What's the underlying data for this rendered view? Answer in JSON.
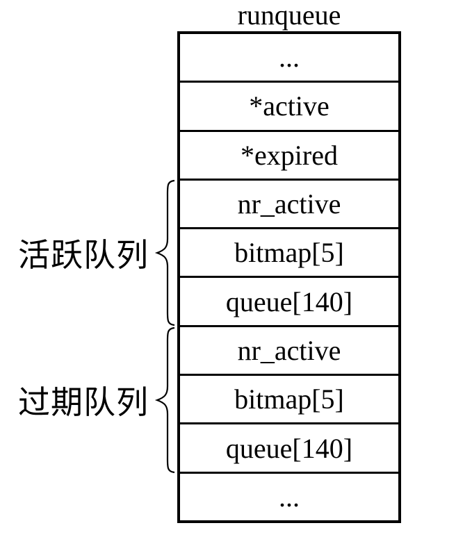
{
  "diagram": {
    "title": "runqueue",
    "rows": [
      {
        "label": "..."
      },
      {
        "label": "*active"
      },
      {
        "label": "*expired"
      },
      {
        "label": "nr_active"
      },
      {
        "label": "bitmap[5]"
      },
      {
        "label": "queue[140]"
      },
      {
        "label": "nr_active"
      },
      {
        "label": "bitmap[5]"
      },
      {
        "label": "queue[140]"
      },
      {
        "label": "..."
      }
    ],
    "groups": [
      {
        "label": "活跃队列"
      },
      {
        "label": "过期队列"
      }
    ],
    "colors": {
      "line": "#000000",
      "text": "#000000",
      "background": "#ffffff"
    }
  }
}
